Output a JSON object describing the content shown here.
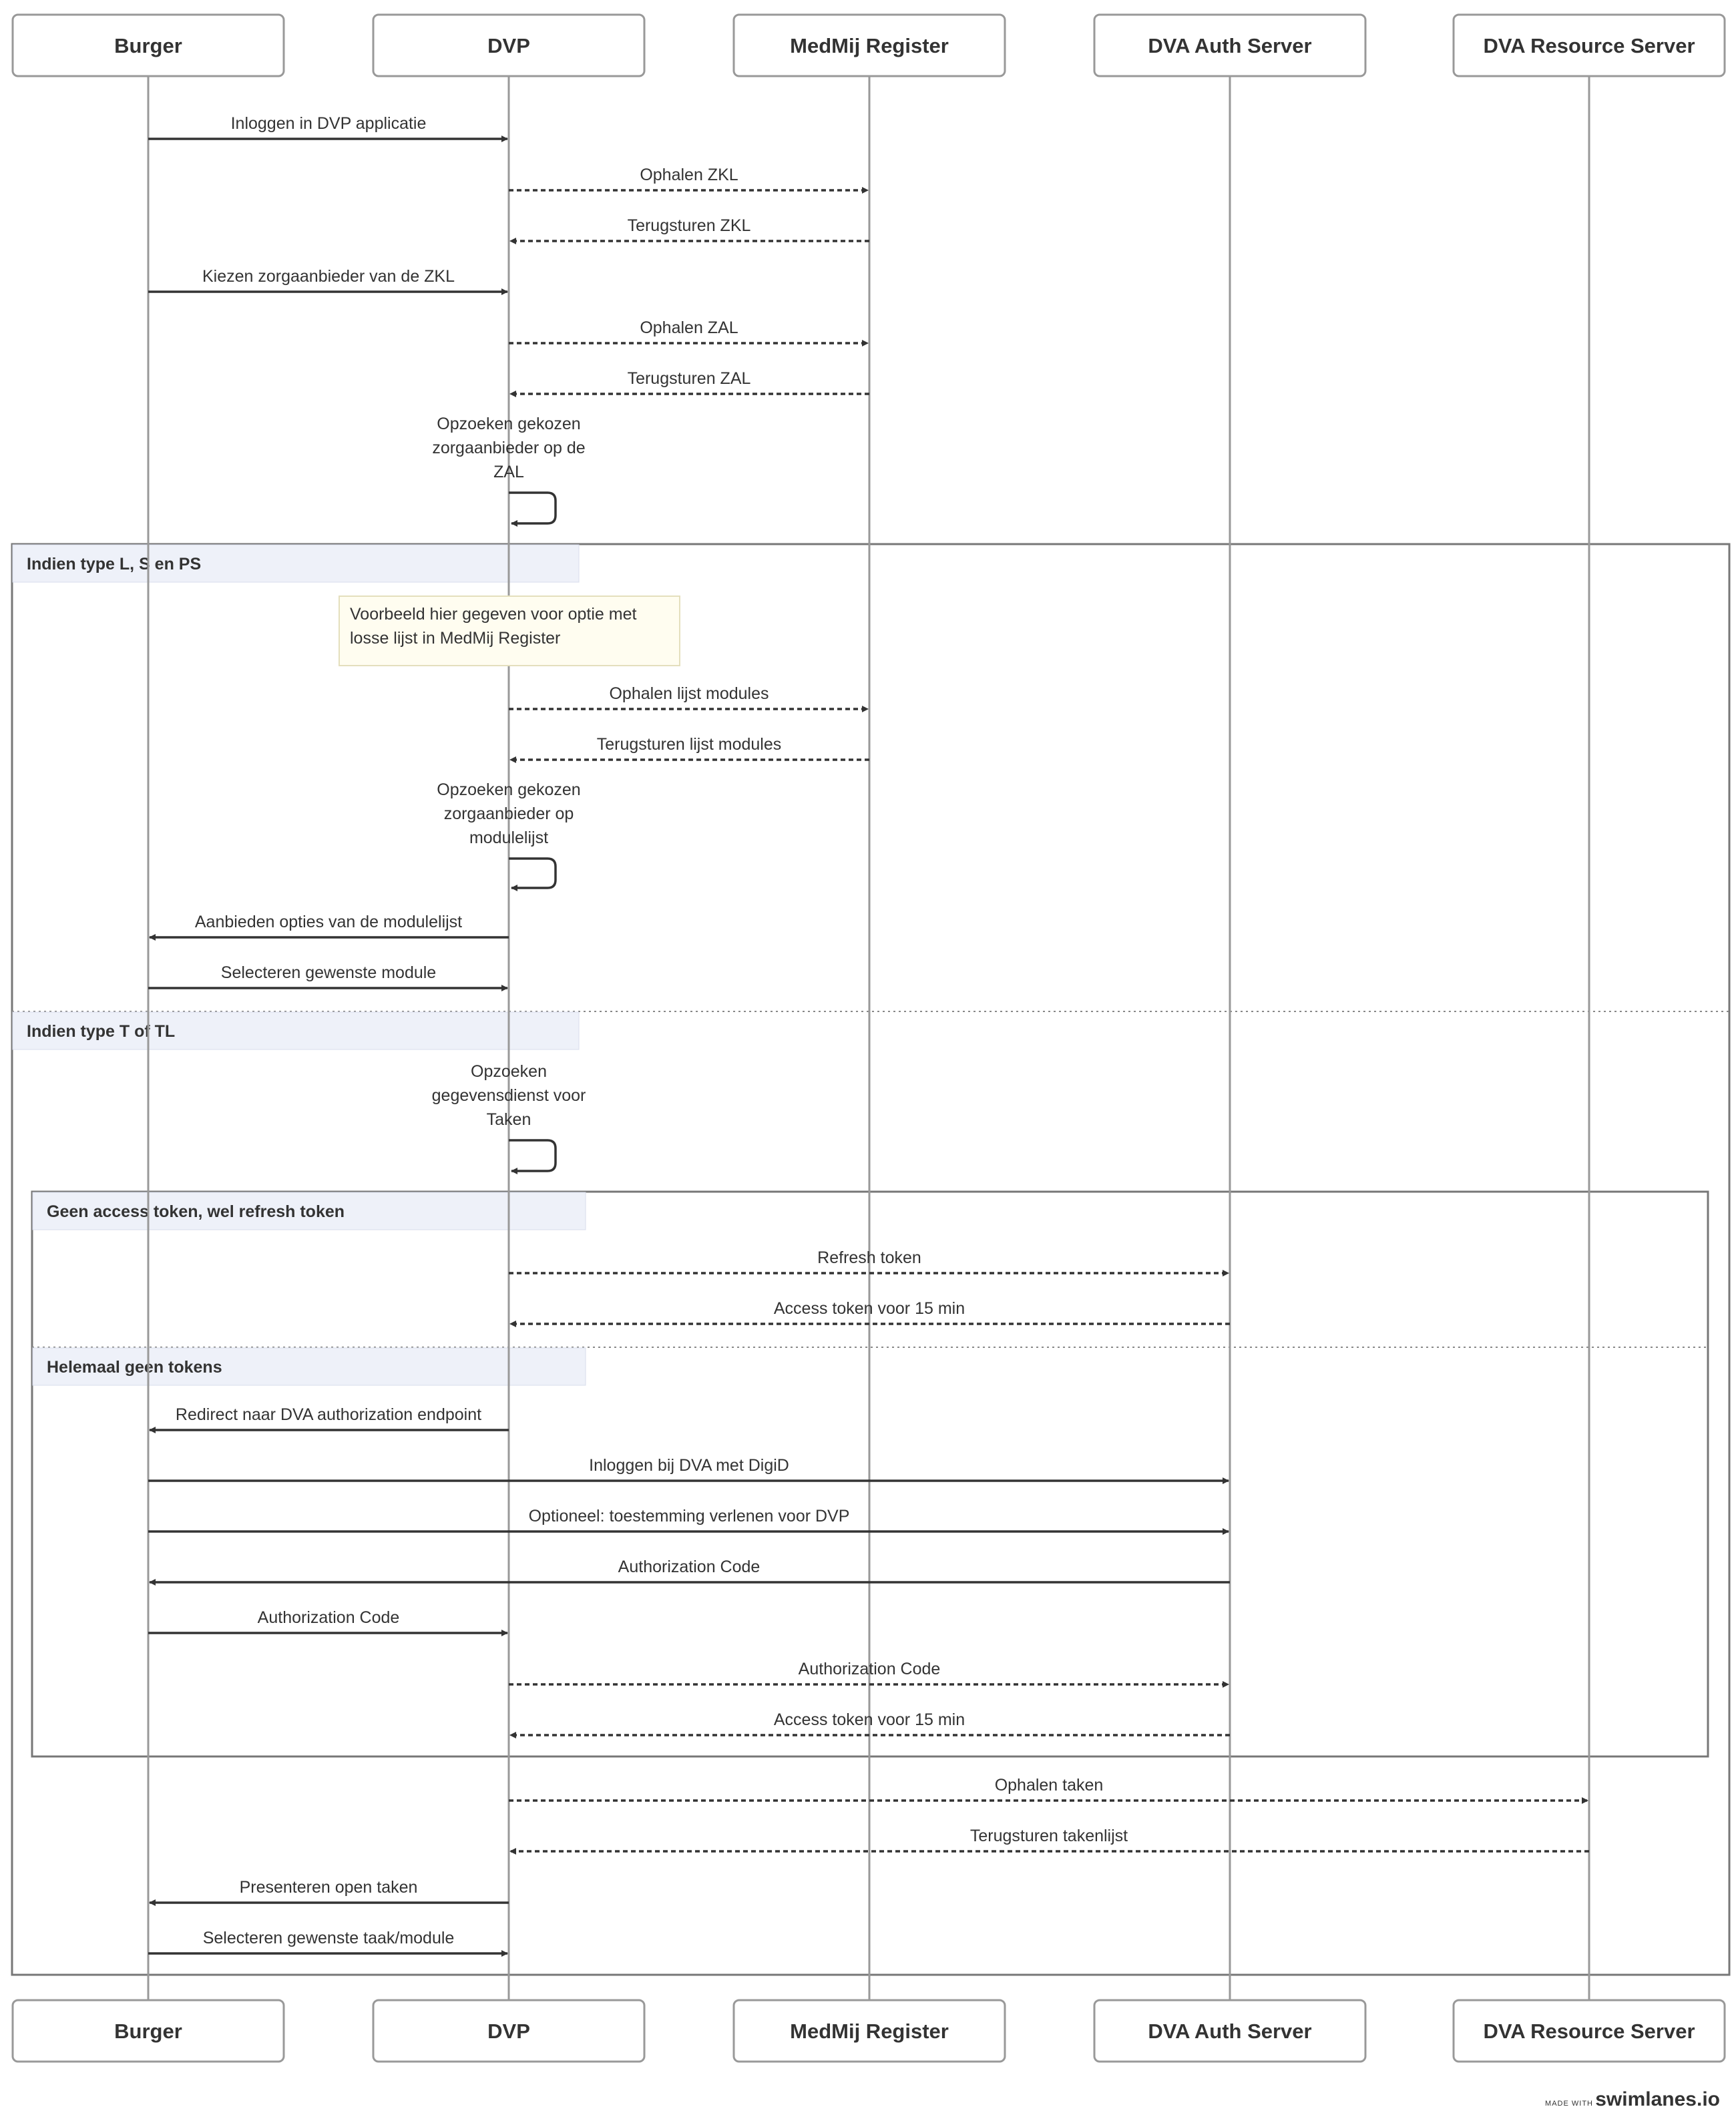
{
  "actors": [
    {
      "id": "burger",
      "label": "Burger"
    },
    {
      "id": "dvp",
      "label": "DVP"
    },
    {
      "id": "medmij",
      "label": "MedMij Register"
    },
    {
      "id": "auth",
      "label": "DVA Auth Server"
    },
    {
      "id": "resource",
      "label": "DVA Resource Server"
    }
  ],
  "messages": [
    {
      "from": "burger",
      "to": "dvp",
      "label": "Inloggen in DVP applicatie",
      "style": "solid"
    },
    {
      "from": "dvp",
      "to": "medmij",
      "label": "Ophalen ZKL",
      "style": "dashed"
    },
    {
      "from": "medmij",
      "to": "dvp",
      "label": "Terugsturen ZKL",
      "style": "dashed"
    },
    {
      "from": "burger",
      "to": "dvp",
      "label": "Kiezen zorgaanbieder van de ZKL",
      "style": "solid"
    },
    {
      "from": "dvp",
      "to": "medmij",
      "label": "Ophalen ZAL",
      "style": "dashed"
    },
    {
      "from": "medmij",
      "to": "dvp",
      "label": "Terugsturen ZAL",
      "style": "dashed"
    },
    {
      "self": "dvp",
      "lines": [
        "Opzoeken gekozen",
        "zorgaanbieder op de",
        "ZAL"
      ]
    },
    {
      "from": "dvp",
      "to": "medmij",
      "label": "Ophalen lijst modules",
      "style": "dashed"
    },
    {
      "from": "medmij",
      "to": "dvp",
      "label": "Terugsturen lijst modules",
      "style": "dashed"
    },
    {
      "self": "dvp",
      "lines": [
        "Opzoeken gekozen",
        "zorgaanbieder op",
        "modulelijst"
      ]
    },
    {
      "from": "dvp",
      "to": "burger",
      "label": "Aanbieden opties van de modulelijst",
      "style": "solid"
    },
    {
      "from": "burger",
      "to": "dvp",
      "label": "Selecteren gewenste module",
      "style": "solid"
    },
    {
      "self": "dvp",
      "lines": [
        "Opzoeken",
        "gegevensdienst voor",
        "Taken"
      ]
    },
    {
      "from": "dvp",
      "to": "auth",
      "label": "Refresh token",
      "style": "dashed"
    },
    {
      "from": "auth",
      "to": "dvp",
      "label": "Access token voor 15 min",
      "style": "dashed"
    },
    {
      "from": "dvp",
      "to": "burger",
      "label": "Redirect naar DVA authorization endpoint",
      "style": "solid"
    },
    {
      "from": "burger",
      "to": "auth",
      "label": "Inloggen bij DVA met DigiD",
      "style": "solid"
    },
    {
      "from": "burger",
      "to": "auth",
      "label": "Optioneel: toestemming verlenen voor DVP",
      "style": "solid"
    },
    {
      "from": "auth",
      "to": "burger",
      "label": "Authorization Code",
      "style": "solid"
    },
    {
      "from": "burger",
      "to": "dvp",
      "label": "Authorization Code",
      "style": "solid"
    },
    {
      "from": "dvp",
      "to": "auth",
      "label": "Authorization Code",
      "style": "dashed"
    },
    {
      "from": "auth",
      "to": "dvp",
      "label": "Access token voor 15 min",
      "style": "dashed"
    },
    {
      "from": "dvp",
      "to": "resource",
      "label": "Ophalen taken",
      "style": "dashed"
    },
    {
      "from": "resource",
      "to": "dvp",
      "label": "Terugsturen takenlijst",
      "style": "dashed"
    },
    {
      "from": "dvp",
      "to": "burger",
      "label": "Presenteren open taken",
      "style": "solid"
    },
    {
      "from": "burger",
      "to": "dvp",
      "label": "Selecteren gewenste taak/module",
      "style": "solid"
    }
  ],
  "fragments": [
    {
      "sections": [
        "Indien type L, S en PS",
        "Indien type T of TL"
      ]
    },
    {
      "sections": [
        "Geen access token, wel refresh token",
        "Helemaal geen tokens"
      ]
    }
  ],
  "note": {
    "lines": [
      "Voorbeeld hier gegeven voor optie met",
      "losse lijst in MedMij Register"
    ]
  },
  "branding": {
    "small": "MADE WITH",
    "big": "swimlanes.io"
  },
  "colors": {
    "line": "#333333",
    "lifeline": "#999999",
    "actor_border": "#999999",
    "section_fill": "#eef1f9",
    "note_fill": "#fffdf0",
    "note_border": "#e4dfbd"
  }
}
